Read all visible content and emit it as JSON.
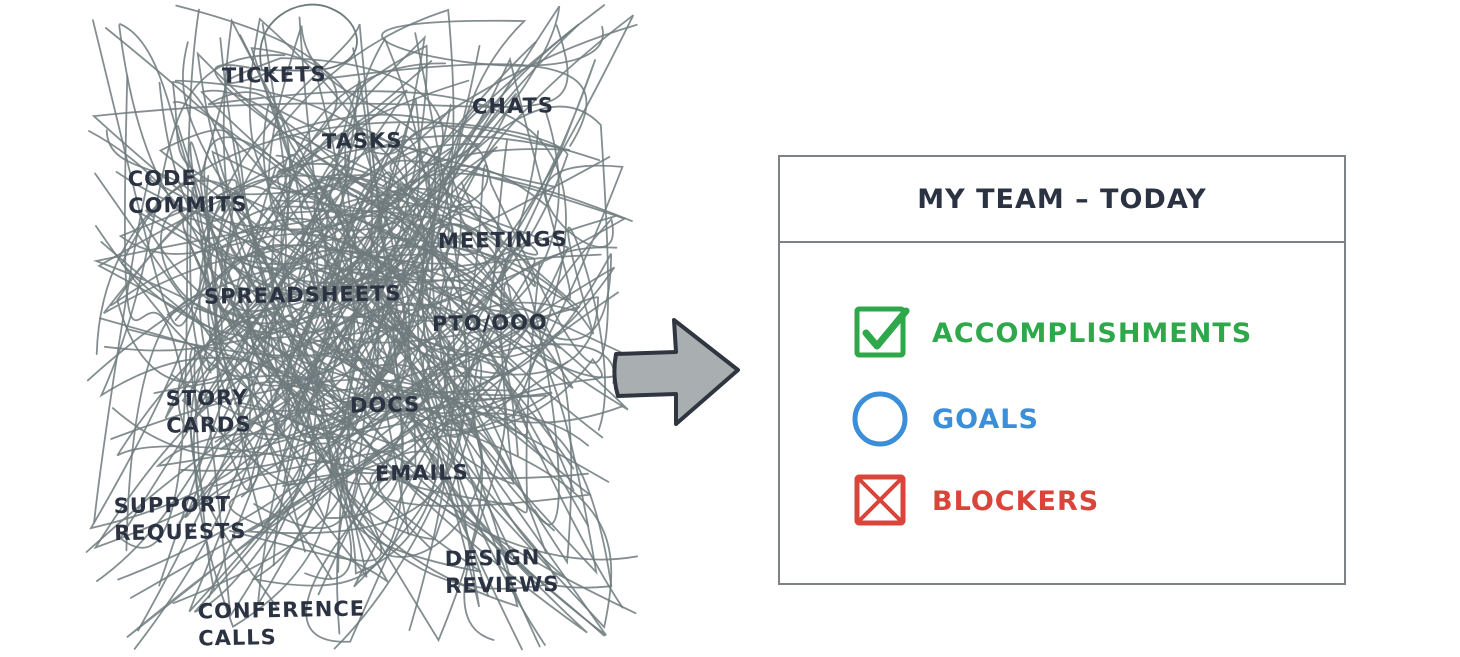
{
  "labels": [
    {
      "id": "tickets",
      "lines": [
        "TICKETS"
      ]
    },
    {
      "id": "chats",
      "lines": [
        "CHATS"
      ]
    },
    {
      "id": "tasks",
      "lines": [
        "TASKS"
      ]
    },
    {
      "id": "code-commits",
      "lines": [
        "CODE",
        "COMMITS"
      ]
    },
    {
      "id": "meetings",
      "lines": [
        "MEETINGS"
      ]
    },
    {
      "id": "spreadsheets",
      "lines": [
        "SPREADSHEETS"
      ]
    },
    {
      "id": "pto-ooo",
      "lines": [
        "PTO/OOO"
      ]
    },
    {
      "id": "story-cards",
      "lines": [
        "STORY",
        "CARDS"
      ]
    },
    {
      "id": "docs",
      "lines": [
        "DOCS"
      ]
    },
    {
      "id": "emails",
      "lines": [
        "EMAILS"
      ]
    },
    {
      "id": "support-requests",
      "lines": [
        "SUPPORT",
        "REQUESTS"
      ]
    },
    {
      "id": "design-reviews",
      "lines": [
        "DESIGN",
        "REVIEWS"
      ]
    },
    {
      "id": "conference-calls",
      "lines": [
        "CONFERENCE",
        "CALLS"
      ]
    }
  ],
  "panel": {
    "title": "MY TEAM – TODAY",
    "items": [
      {
        "label": "ACCOMPLISHMENTS",
        "icon": "checked-box-icon",
        "color": "#2ea84a"
      },
      {
        "label": "GOALS",
        "icon": "circle-icon",
        "color": "#3b8ed8"
      },
      {
        "label": "BLOCKERS",
        "icon": "crossed-box-icon",
        "color": "#d9453a"
      }
    ]
  },
  "colors": {
    "scribble": "#6e7a7c",
    "text": "#2b3342",
    "arrow_fill": "#a9aeb0",
    "arrow_stroke": "#2f3640",
    "panel_border": "#7d8288"
  }
}
